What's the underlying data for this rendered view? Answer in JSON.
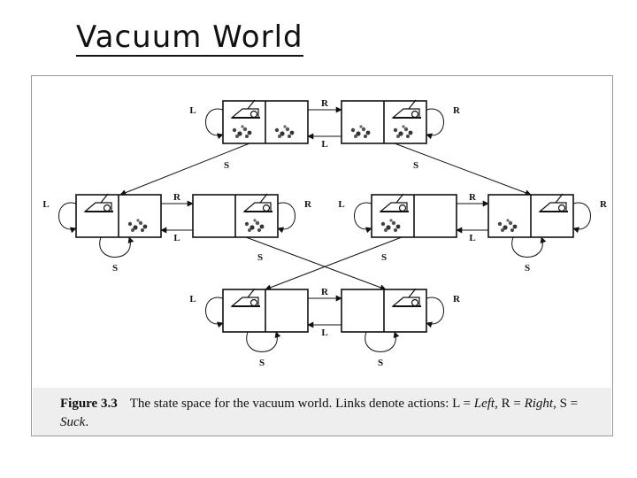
{
  "slide": {
    "title": "Vacuum World"
  },
  "labels": {
    "left": "L",
    "right": "R",
    "suck": "S"
  },
  "caption": {
    "figure_label": "Figure 3.3",
    "text_before": "The state space for the vacuum world. Links denote actions: L = ",
    "left_word": "Left",
    "text_middle_1": ", R = ",
    "right_word": "Right",
    "text_middle_2": ", S = ",
    "suck_word": "Suck",
    "text_end": "."
  },
  "states": [
    {
      "id": 1,
      "vacuum": "left",
      "dirt_left": true,
      "dirt_right": true
    },
    {
      "id": 2,
      "vacuum": "right",
      "dirt_left": true,
      "dirt_right": true
    },
    {
      "id": 3,
      "vacuum": "left",
      "dirt_left": false,
      "dirt_right": true
    },
    {
      "id": 4,
      "vacuum": "right",
      "dirt_left": false,
      "dirt_right": true
    },
    {
      "id": 5,
      "vacuum": "left",
      "dirt_left": true,
      "dirt_right": false
    },
    {
      "id": 6,
      "vacuum": "right",
      "dirt_left": true,
      "dirt_right": false
    },
    {
      "id": 7,
      "vacuum": "left",
      "dirt_left": false,
      "dirt_right": false
    },
    {
      "id": 8,
      "vacuum": "right",
      "dirt_left": false,
      "dirt_right": false
    }
  ]
}
